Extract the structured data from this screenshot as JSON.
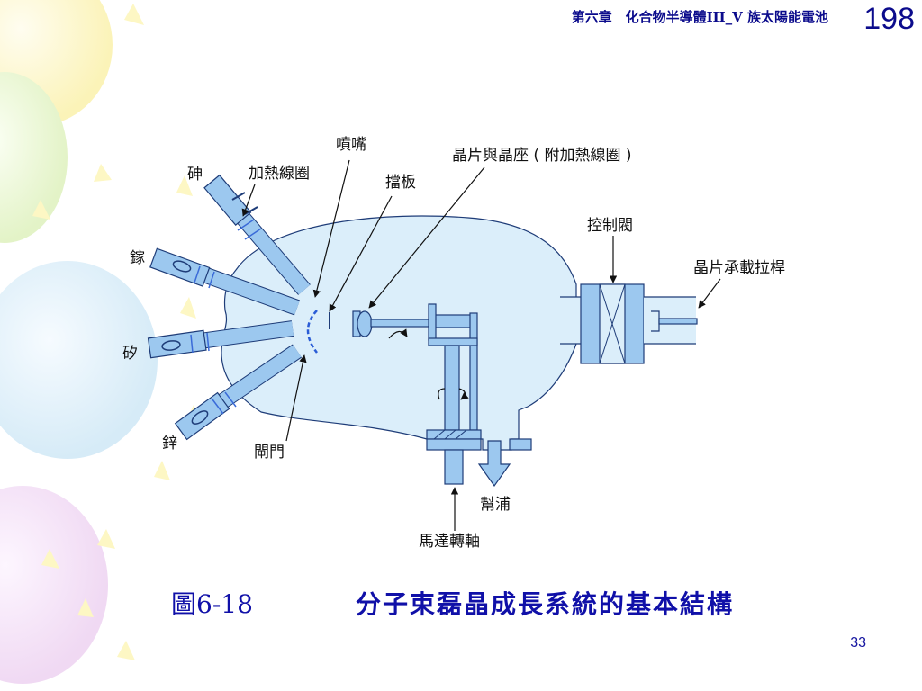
{
  "header": {
    "chapter_title": "第六章　化合物半導體III_V 族太陽能電池",
    "book_page": "198"
  },
  "diagram": {
    "labels": {
      "arsenic": "砷",
      "heater_coil": "加熱線圈",
      "nozzle": "噴嘴",
      "shutter_plate": "擋板",
      "wafer_holder": "晶片與晶座 ( 附加熱線圈 )",
      "control_valve": "控制閥",
      "wafer_load_rod": "晶片承載拉桿",
      "gallium": "鎵",
      "silicon": "矽",
      "zinc": "鋅",
      "gate": "閘門",
      "pump": "幫浦",
      "motor_shaft": "馬達轉軸"
    }
  },
  "caption": {
    "figure_number": "圖6-18",
    "title": "分子束磊晶成長系統的基本結構"
  },
  "slide_number": "33",
  "colors": {
    "chamber_fill": "#dbeefa",
    "component_fill": "#9cc8ef",
    "outline": "#1e3c78",
    "heading_text": "#0b0b8c",
    "caption_text": "#1010a8"
  }
}
